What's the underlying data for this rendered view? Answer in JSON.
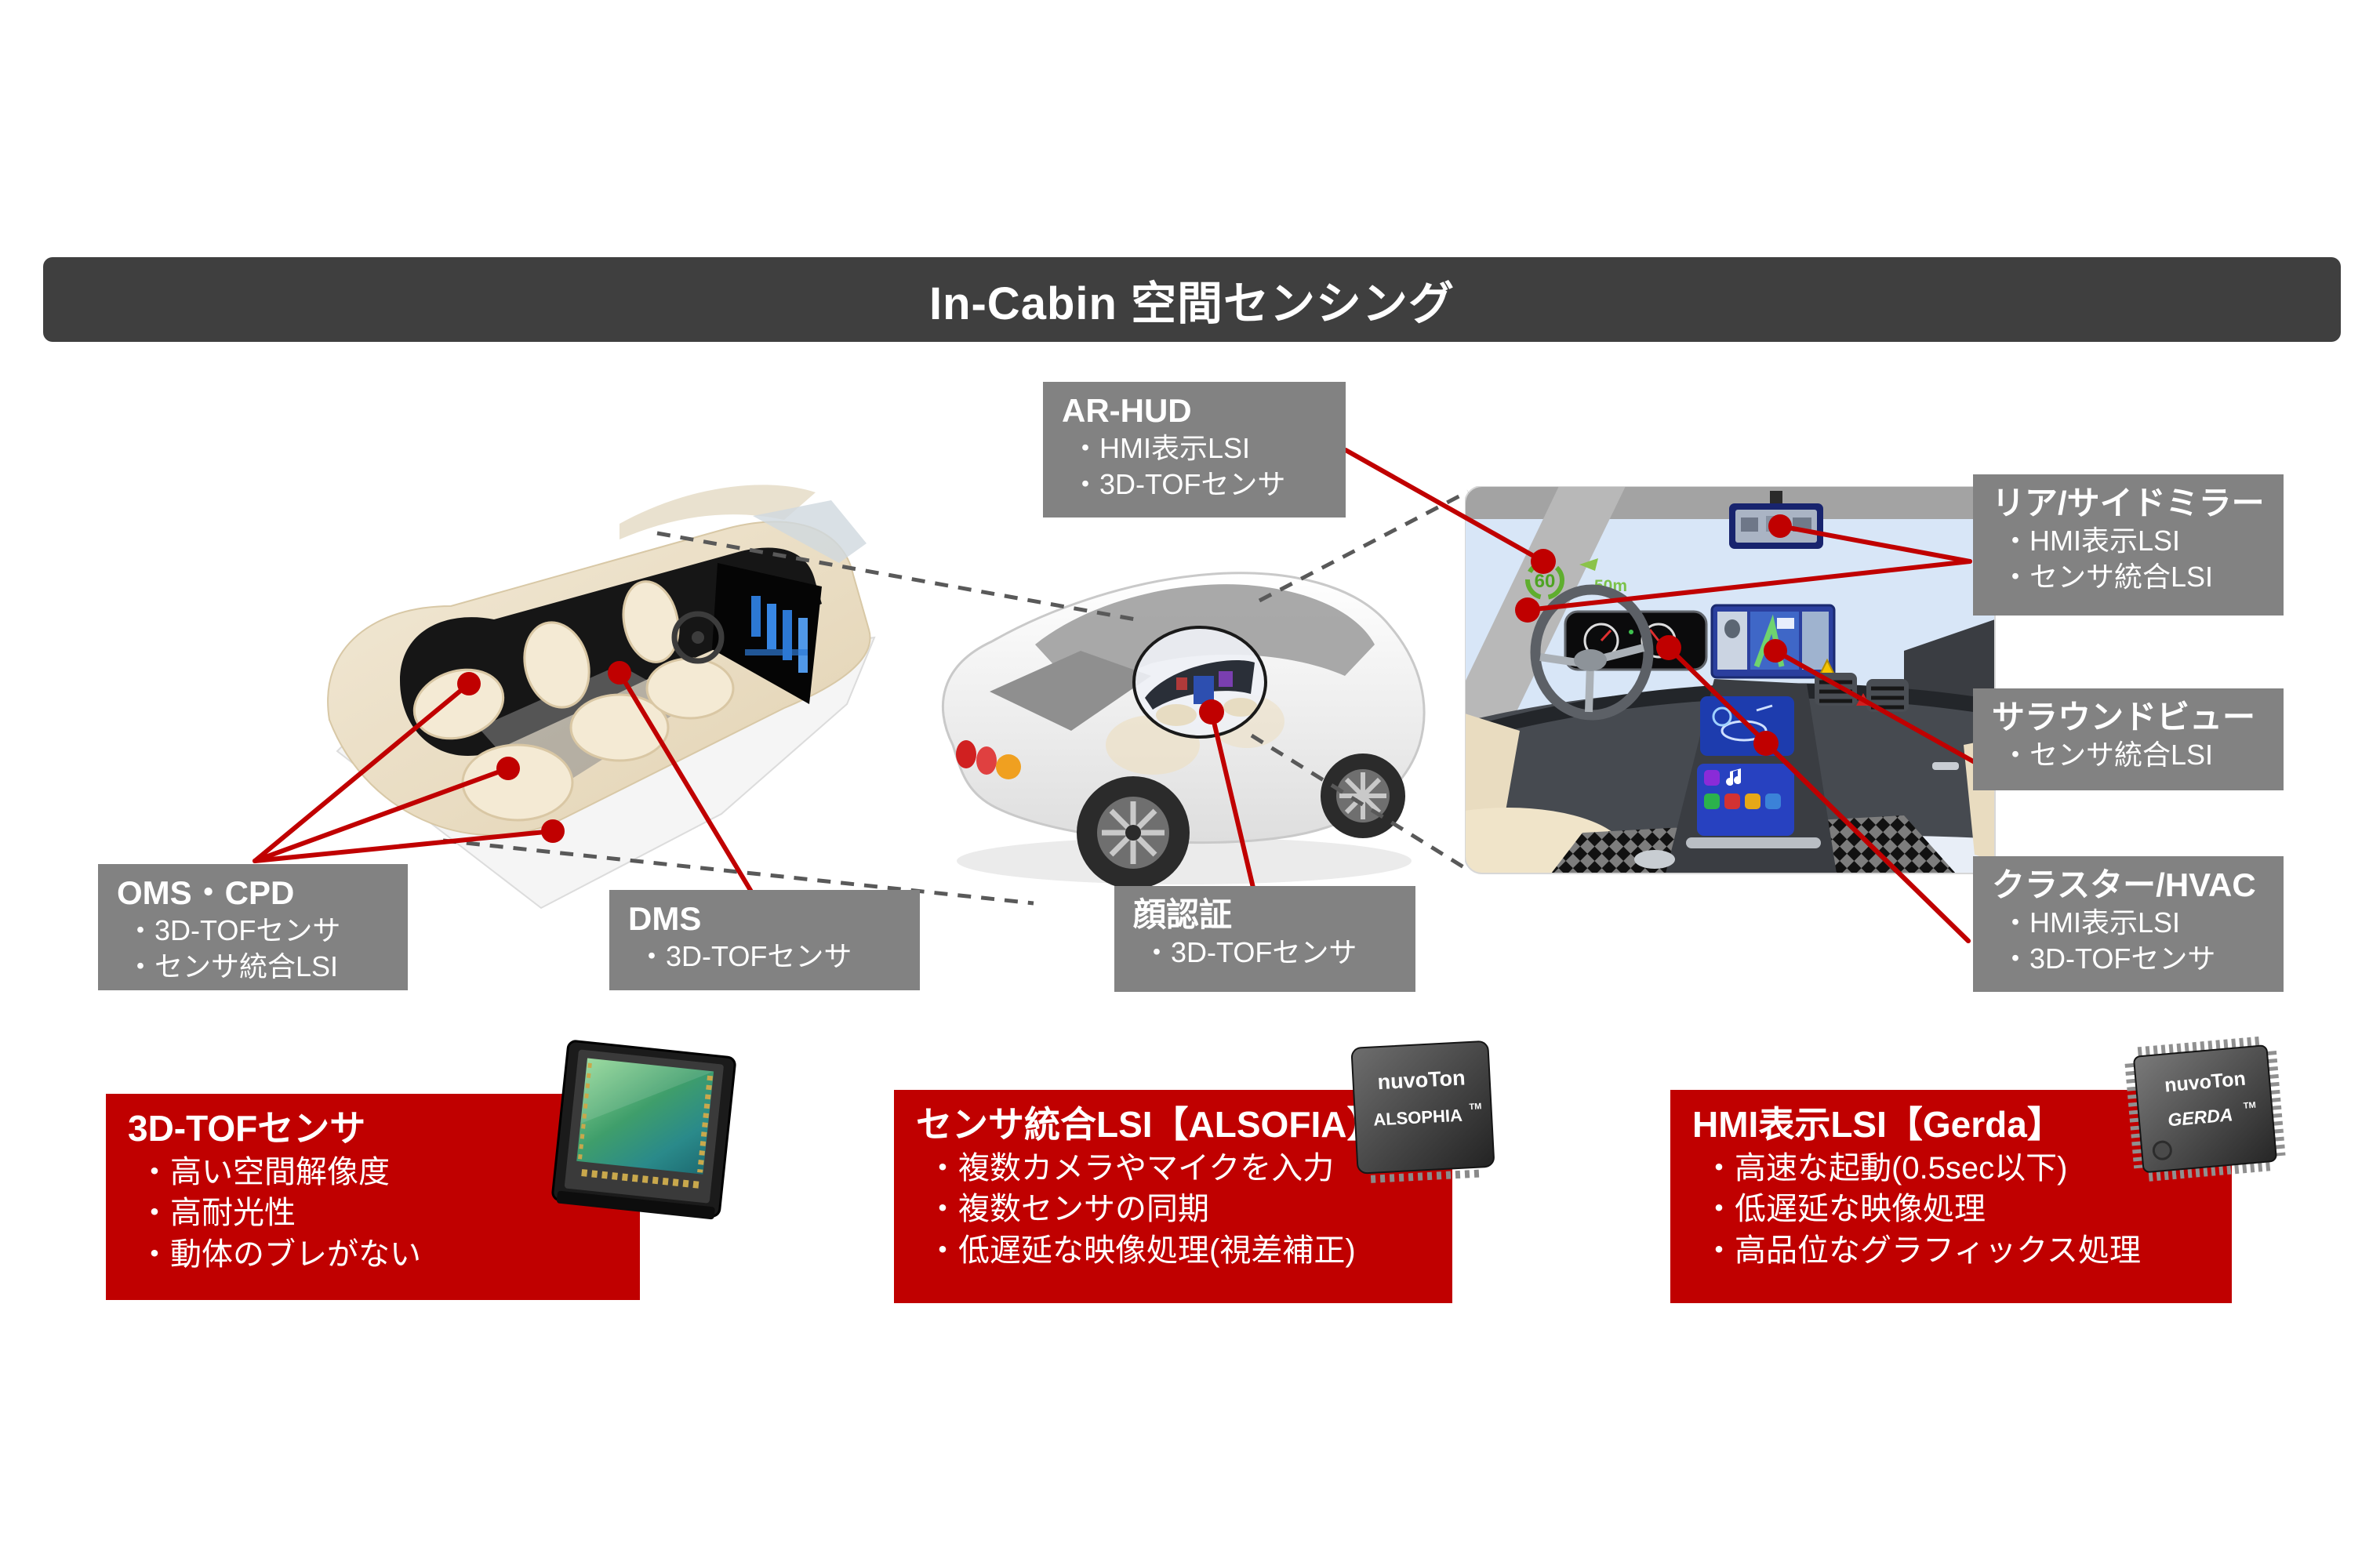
{
  "title": "In-Cabin 空間センシング",
  "labels": {
    "ar_hud": {
      "title": "AR-HUD",
      "bullets": [
        "・HMI表示LSI",
        "・3D-TOFセンサ"
      ]
    },
    "oms_cpd": {
      "title": "OMS・CPD",
      "bullets": [
        "・3D-TOFセンサ",
        "・センサ統合LSI"
      ]
    },
    "dms": {
      "title": "DMS",
      "bullets": [
        "・3D-TOFセンサ"
      ]
    },
    "face_auth": {
      "title": "顔認証",
      "bullets": [
        "・3D-TOFセンサ"
      ]
    },
    "rear_side_mirror": {
      "title": "リア/サイドミラー",
      "bullets": [
        "・HMI表示LSI",
        "・センサ統合LSI"
      ]
    },
    "surround_view": {
      "title": "サラウンドビュー",
      "bullets": [
        "・センサ統合LSI"
      ]
    },
    "cluster_hvac": {
      "title": "クラスター/HVAC",
      "bullets": [
        "・HMI表示LSI",
        "・3D-TOFセンサ"
      ]
    }
  },
  "products": {
    "tof": {
      "title": "3D-TOFセンサ",
      "bullets": [
        "・高い空間解像度",
        "・高耐光性",
        "・動体のブレがない"
      ]
    },
    "alsofia": {
      "title": "センサ統合LSI【ALSOFIA】",
      "bullets": [
        "・複数カメラやマイクを入力",
        "・複数センサの同期",
        "・低遅延な映像処理(視差補正)"
      ]
    },
    "gerda": {
      "title": "HMI表示LSI【Gerda】",
      "bullets": [
        "・高速な起動(0.5sec以下)",
        "・低遅延な映像処理",
        "・高品位なグラフィックス処理"
      ]
    }
  },
  "chips": {
    "alsophia": {
      "brand": "nuvoTon",
      "name": "ALSOPHIA",
      "tm": "TM"
    },
    "gerda": {
      "brand": "nuvoTon",
      "name": "GERDA",
      "tm": "TM"
    }
  },
  "hud": {
    "speed": "60",
    "distance": "50m"
  },
  "colors": {
    "accent_red": "#C00000",
    "box_gray": "#828282",
    "bar_dark": "#3F3F3F",
    "line_red": "#C00000",
    "dash_gray": "#595959"
  }
}
